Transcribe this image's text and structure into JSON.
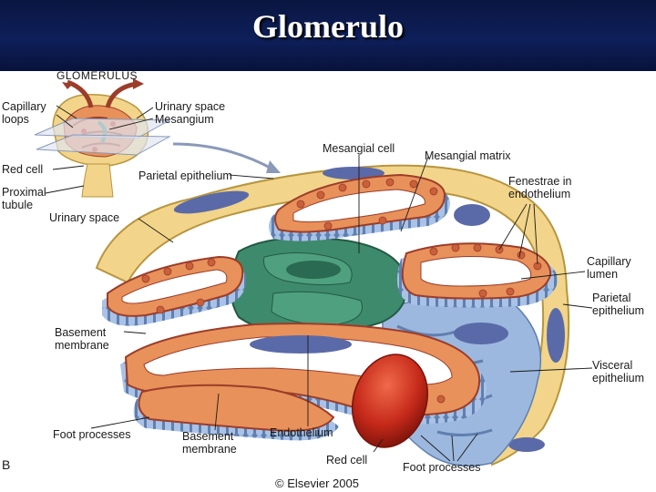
{
  "slide": {
    "title": "Glomerulo"
  },
  "figure": {
    "inset_heading": "GLOMERULUS",
    "panel_letter": "B",
    "copyright": "© Elsevier 2005",
    "labels": {
      "capillary_loops": "Capillary\nloops",
      "urinary_space_inset": "Urinary space",
      "mesangium": "Mesangium",
      "red_cell_inset": "Red cell",
      "proximal_tubule": "Proximal\ntubule",
      "parietal_epithelium_top": "Parietal epithelium",
      "urinary_space": "Urinary space",
      "mesangial_cell": "Mesangial cell",
      "mesangial_matrix": "Mesangial matrix",
      "fenestrae": "Fenestrae in\nendothelium",
      "capillary_lumen": "Capillary\nlumen",
      "parietal_epithelium_right": "Parietal\nepithelium",
      "basement_membrane_left": "Basement\nmembrane",
      "visceral_epithelium": "Visceral\nepithelium",
      "foot_processes_left": "Foot processes",
      "basement_membrane_bottom": "Basement\nmembrane",
      "endothelium": "Endothelium",
      "red_cell": "Red cell",
      "foot_processes_bottom": "Foot processes"
    }
  },
  "colors": {
    "capsule": "#f2d58a",
    "capsule_edge": "#b8953e",
    "capillary": "#e8915a",
    "capillary_edge": "#9c3d2a",
    "mesangium": "#3e8a6c",
    "mesangium_dark": "#235a45",
    "podocyte": "#9cb8de",
    "podocyte_dark": "#5f7fb0",
    "nucleus": "#5a6aa8",
    "red_cell": "#c62a1a"
  }
}
